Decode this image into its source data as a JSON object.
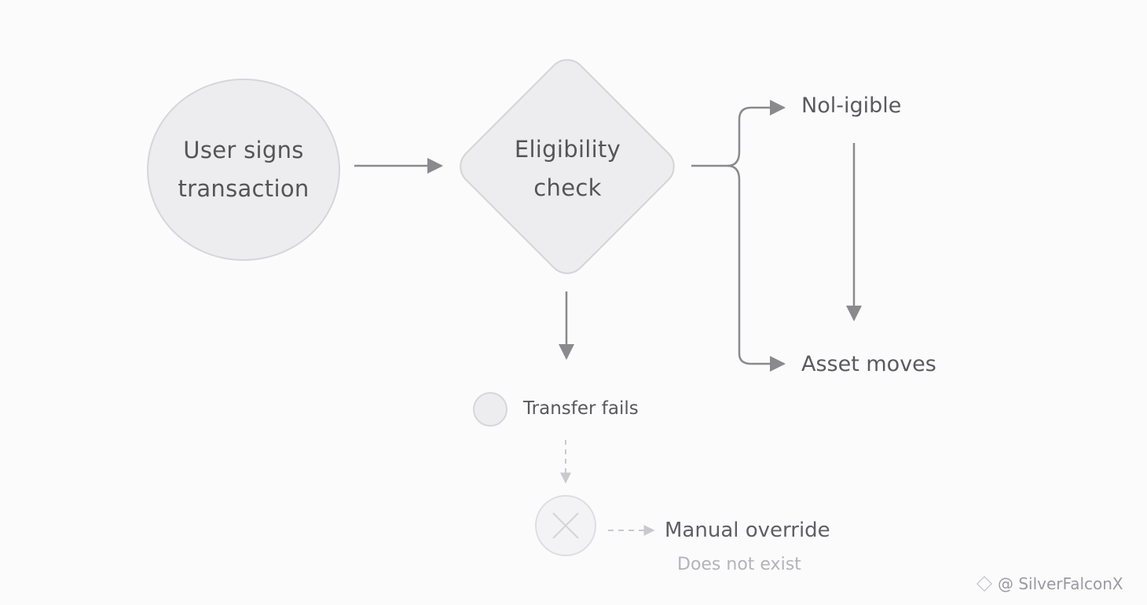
{
  "diagram": {
    "start_node": {
      "line1": "User signs",
      "line2": "transaction"
    },
    "decision_node": {
      "line1": "Eligibility",
      "line2": "check"
    },
    "outcome_noneligible": "Nol-igible",
    "outcome_asset_moves": "Asset moves",
    "outcome_transfer_fails": "Transfer fails",
    "manual_override": "Manual override",
    "manual_override_note": "Does not exist"
  },
  "watermark": {
    "text": "@ SilverFalconX"
  },
  "colors": {
    "node_fill": "#ededef",
    "node_stroke": "#d6d6da",
    "arrow": "#8a8a8e",
    "dashed_arrow": "#c9c9cd",
    "muted_text": "#b4b4b8"
  },
  "icons": {
    "start": "circle-node",
    "decision": "diamond-node",
    "fail": "small-circle-icon",
    "override": "x-circle-icon"
  }
}
